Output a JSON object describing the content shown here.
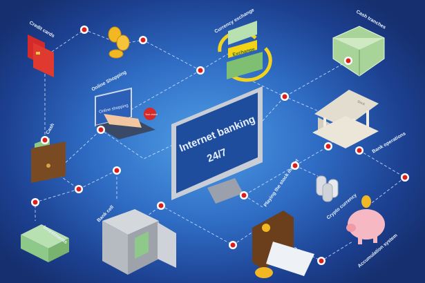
{
  "colors": {
    "background": "#2f6cc4",
    "node": "#d81e1e",
    "node_ring": "#ffffff",
    "money": "#8fc98a",
    "gold": "#f2b824",
    "screen": "#1f4d9e"
  },
  "monitor": {
    "title": "Internet banking",
    "subtitle": "24/7"
  },
  "labels": {
    "credit_cards": "Credit cards",
    "online_shopping": "Online Shopping",
    "currency_exchange": "Currency exchange",
    "cash_tranches": "Cash tranches",
    "cash": "Cash",
    "bank_operations": "Bank operations",
    "investments": "Investments",
    "bank_cell": "Bank cell",
    "stock_market": "Playing the stock market",
    "crypto": "Crypto currency",
    "accumulation": "Accumulation system"
  },
  "item_text": {
    "exchange": "Exchange",
    "laptop_screen": "Online shopping",
    "badge": "Your choice",
    "bank": "Bank"
  }
}
